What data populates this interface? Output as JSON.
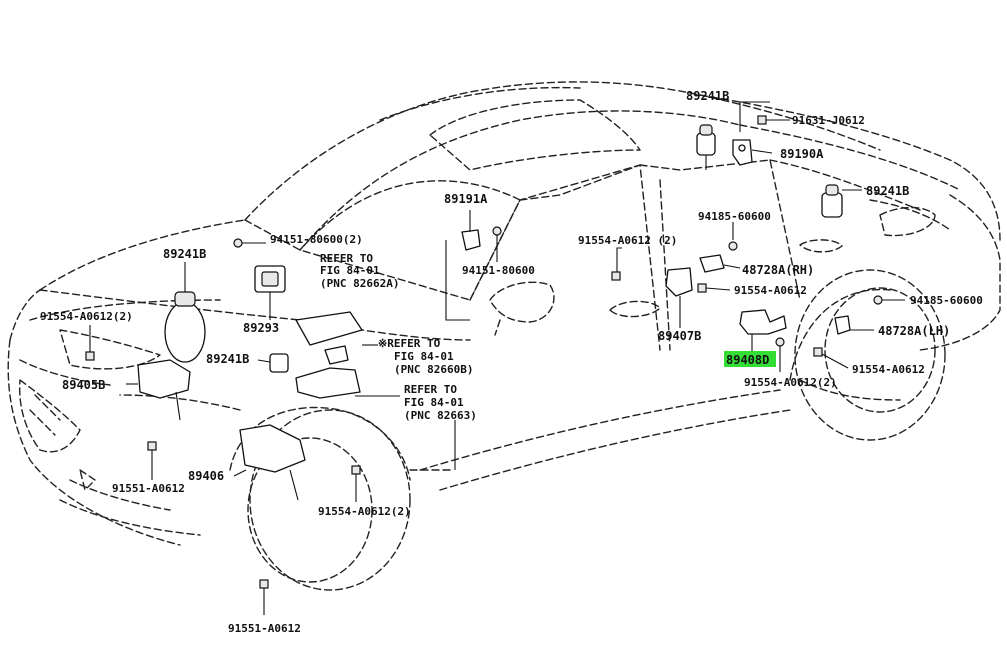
{
  "highlight_color": "#33dd33",
  "labels": {
    "p89241B_top": "89241B",
    "p91631": "91631-J0612",
    "p89190A": "89190A",
    "p89241B_rear": "89241B",
    "p94185_a": "94185-60600",
    "p91554_a": "91554-A0612 (2)",
    "p48728A_RH": "48728A(RH)",
    "p91554_b": "91554-A0612",
    "p94185_b": "94185-60600",
    "p48728A_LH": "48728A(LH)",
    "p89407B": "89407B",
    "p89408D": "89408D",
    "p91554_c": "91554-A0612",
    "p91554_d": "91554-A0612(2)",
    "p89191A": "89191A",
    "p94151_a": "94151-80600",
    "p94151_b": "94151-80600(2)",
    "ref1_a": "REFER TO",
    "ref1_b": "FIG 84-01",
    "ref1_c": "(PNC 82662A)",
    "ref2_a": "※REFER TO",
    "ref2_b": "FIG 84-01",
    "ref2_c": "(PNC 82660B)",
    "ref3_a": "REFER TO",
    "ref3_b": "FIG 84-01",
    "ref3_c": "(PNC 82663)",
    "p89241B_front": "89241B",
    "p91554_e": "91554-A0612(2)",
    "p89293": "89293",
    "p89405B": "89405B",
    "p89241B_mid": "89241B",
    "p91551_a": "91551-A0612",
    "p89406": "89406",
    "p91554_f": "91554-A0612(2)",
    "p91551_b": "91551-A0612"
  },
  "icons": [
    "bolt-icon",
    "nut-icon",
    "height-sensor-icon",
    "bracket-icon",
    "ecu-icon"
  ]
}
